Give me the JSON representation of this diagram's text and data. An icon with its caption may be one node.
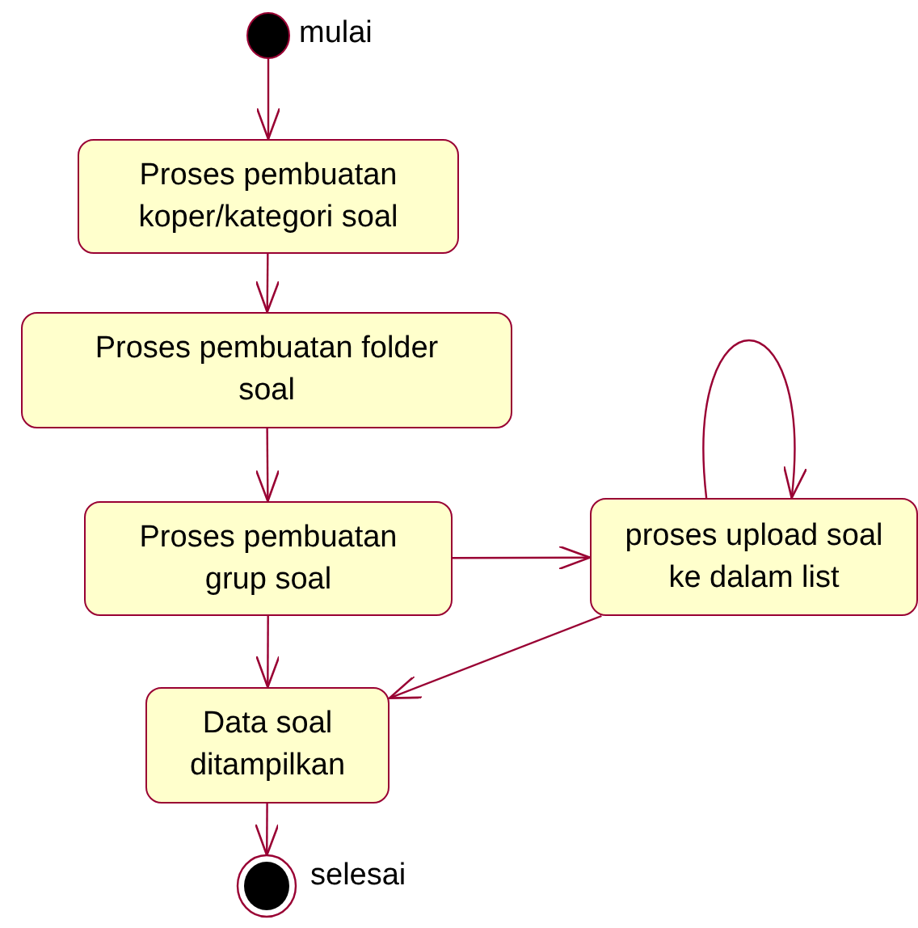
{
  "diagram": {
    "nodes": [
      {
        "text": [],
        "shape": "circle",
        "beside": [
          "mulai"
        ]
      },
      {
        "text": [
          "Proses pembuatan koper/kategori soal"
        ]
      },
      {
        "text": [
          "Proses pembuatan folder soal"
        ]
      },
      {
        "text": [
          "Proses pembuatan grup soal"
        ]
      },
      {
        "text": [
          "proses upload soal ke dalam list"
        ]
      },
      {
        "text": [
          "Data soal ditampilkan"
        ]
      },
      {
        "text": [],
        "shape": "bullseye",
        "beside": [
          "selesai"
        ]
      }
    ],
    "edges": [
      {
        "from": 0,
        "to": 1,
        "arrow": "to"
      },
      {
        "from": 1,
        "to": 2,
        "arrow": "to"
      },
      {
        "from": 2,
        "to": 3,
        "arrow": "to"
      },
      {
        "from": 3,
        "to": 4,
        "arrow": "to"
      },
      {
        "from": 4,
        "to": 4,
        "arrow": "to"
      },
      {
        "from": 3,
        "to": 5,
        "arrow": "to"
      },
      {
        "from": 4,
        "to": 5,
        "arrow": "to"
      },
      {
        "from": 5,
        "to": 6,
        "arrow": "to"
      }
    ]
  }
}
